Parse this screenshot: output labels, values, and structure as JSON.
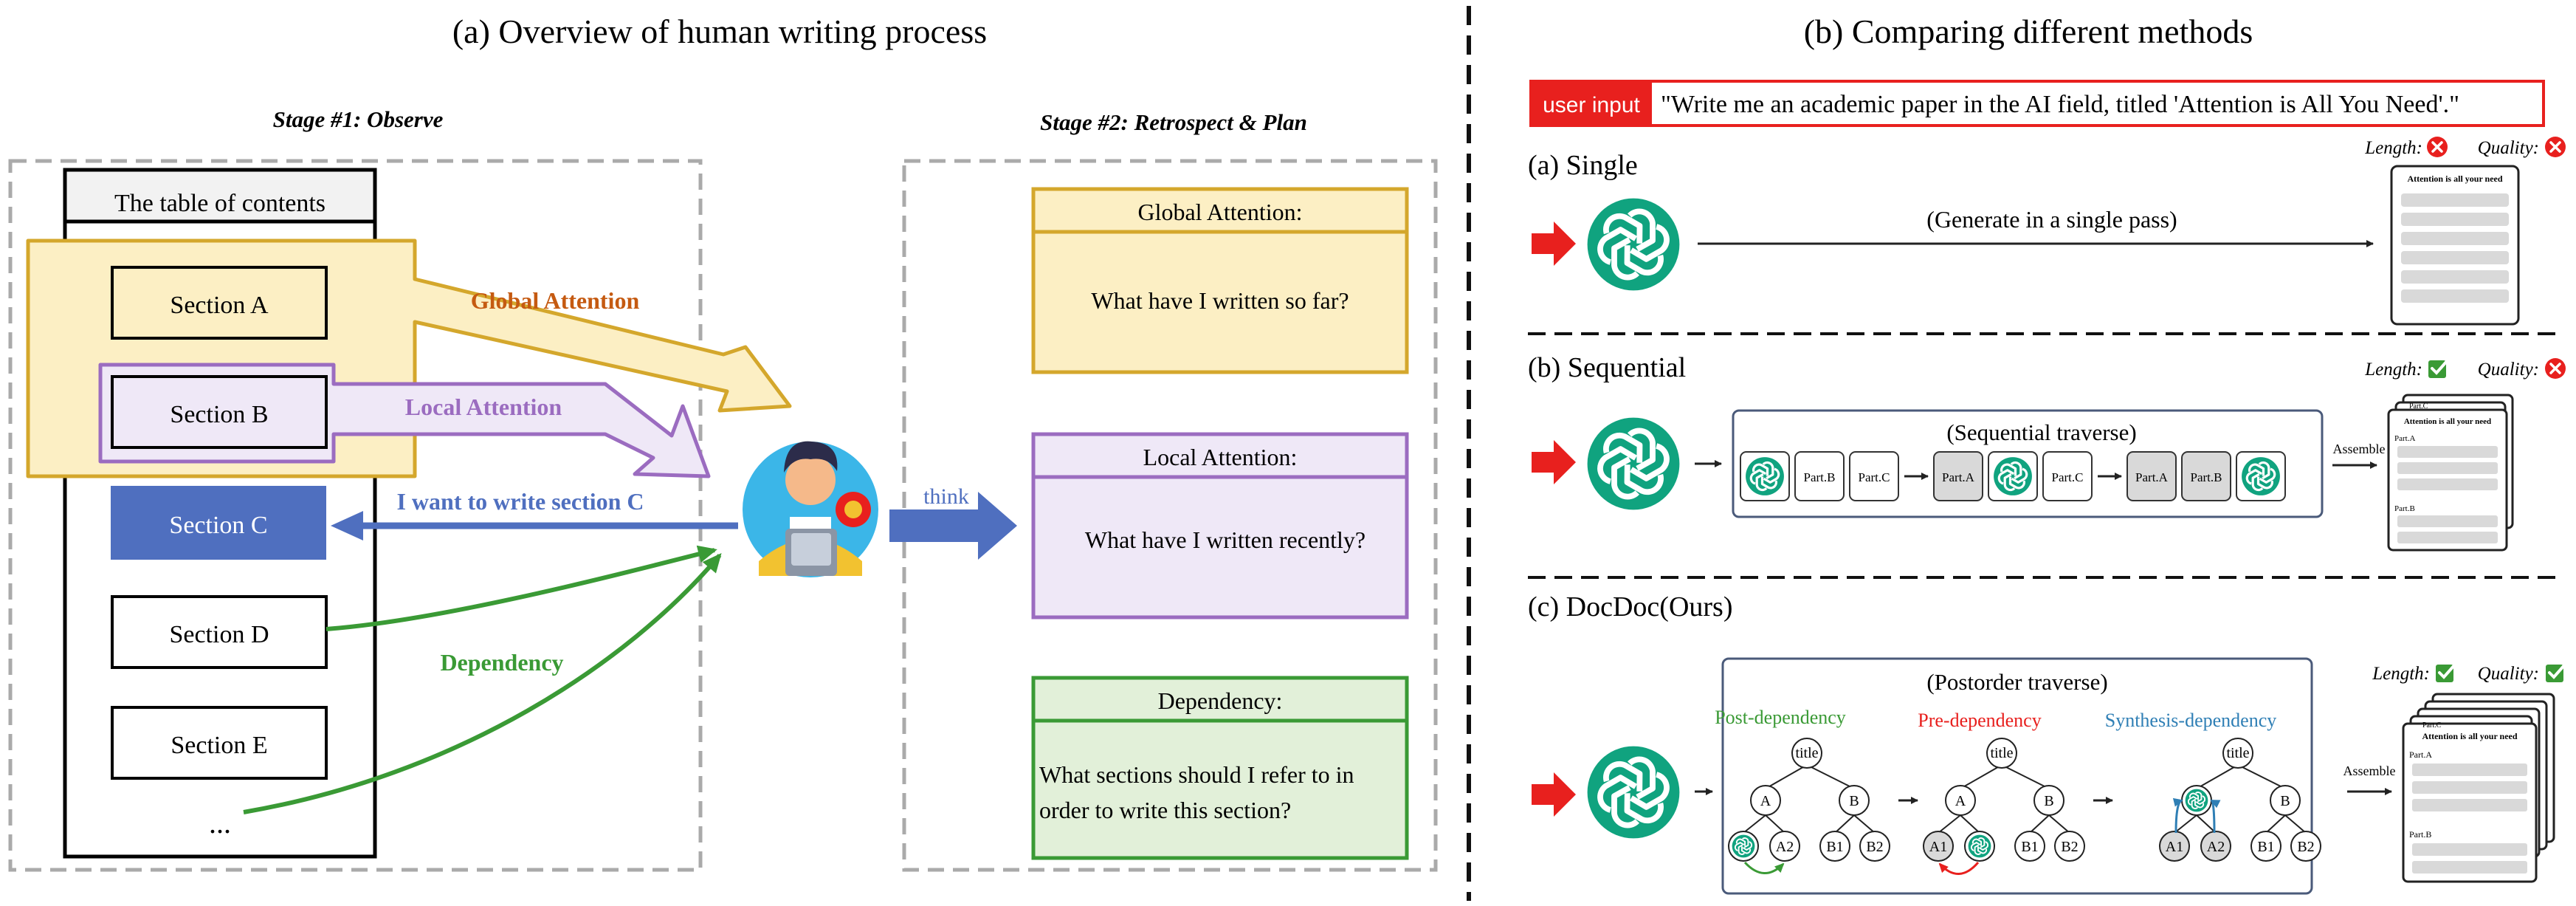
{
  "left_panel": {
    "title": "(a) Overview of human writing process",
    "stage1_label": "Stage #1: Observe",
    "stage2_label": "Stage #2: Retrospect & Plan",
    "toc_header": "The table of contents",
    "sections": [
      "Section A",
      "Section B",
      "Section C",
      "Section D",
      "Section E"
    ],
    "ellipsis": "...",
    "global_attention_label": "Global Attention",
    "local_attention_label": "Local Attention",
    "write_label": "I want to write section C",
    "dependency_label": "Dependency",
    "think_label": "think",
    "global_box": {
      "title": "Global Attention:",
      "question": "What have I written so far?"
    },
    "local_box": {
      "title": "Local Attention:",
      "question": "What have I written recently?"
    },
    "dependency_box": {
      "title": "Dependency:",
      "question_line1": "What sections should I refer to in",
      "question_line2": "order to write this section?"
    },
    "colors": {
      "global": "#d4a72c",
      "global_fill": "#fcefc4",
      "local": "#9b6cc0",
      "local_fill": "#efe8f7",
      "section_c": "#4f6fbf",
      "dependency": "#3a9a35",
      "dependency_fill": "#e2f0d9",
      "global_text": "#c55a11"
    }
  },
  "right_panel": {
    "title": "(b) Comparing different methods",
    "user_input_tag": "user input",
    "user_input_text": "\"Write me an academic paper in the AI field, titled 'Attention is All You Need'.\"",
    "length_label": "Length:",
    "quality_label": "Quality:",
    "single": {
      "label": "(a) Single",
      "caption": "(Generate in a single pass)",
      "doc_title": "Attention is all your need"
    },
    "sequential": {
      "label": "(b) Sequential",
      "caption": "(Sequential traverse)",
      "chips": [
        "Part.B",
        "Part.C",
        "Part.A",
        "Part.C",
        "Part.A",
        "Part.B"
      ],
      "assemble": "Assemble",
      "doc_title": "Attention is all your need",
      "doc_parts": [
        "Part.A",
        "Part.B"
      ],
      "back_part": "Part.C"
    },
    "docdoc": {
      "label": "(c) DocDoc(Ours)",
      "caption": "(Postorder traverse)",
      "post_dep": "Post-dependency",
      "pre_dep": "Pre-dependency",
      "syn_dep": "Synthesis-dependency",
      "nodes": [
        "title",
        "A",
        "B",
        "A1",
        "A2",
        "B1",
        "B2"
      ],
      "assemble": "Assemble",
      "doc_title": "Attention is all your need",
      "doc_parts": [
        "Part.A",
        "Part.B"
      ],
      "back_part": "Part.C"
    },
    "colors": {
      "red": "#e8201e",
      "green": "#3a9a35",
      "tag_bg": "#e8201e",
      "post": "#3a9a35",
      "pre": "#e8201e",
      "syn": "#2f7fb5",
      "gpt": "#10a37f"
    }
  }
}
